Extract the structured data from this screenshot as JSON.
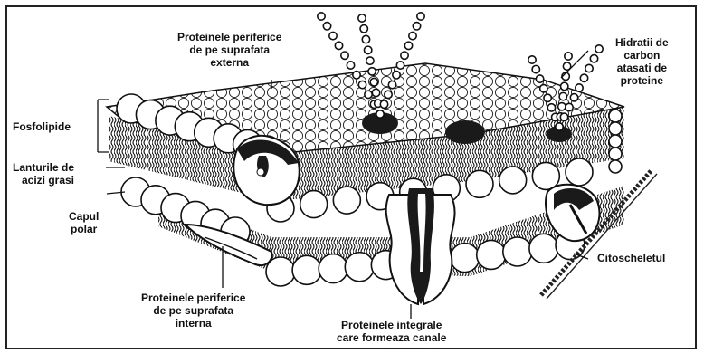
{
  "labels": {
    "fosfolipide": "Fosfolipide",
    "lanturile": [
      "Lanturile de",
      "acizi grasi"
    ],
    "capul": [
      "Capul",
      "polar"
    ],
    "periferice_externa": [
      "Proteinele periferice",
      "de pe suprafata",
      "externa"
    ],
    "hidratii": [
      "Hidratii de",
      "carbon",
      "atasati de",
      "proteine"
    ],
    "citoscheletul": "Citoscheletul",
    "periferice_interna": [
      "Proteinele periferice",
      "de pe suprafata",
      "interna"
    ],
    "integrale": [
      "Proteinele integrale",
      "care formeaza canale"
    ]
  },
  "colors": {
    "ink": "#111111",
    "protein_dark": "#1a1a1a",
    "head_fill": "#ffffff"
  }
}
